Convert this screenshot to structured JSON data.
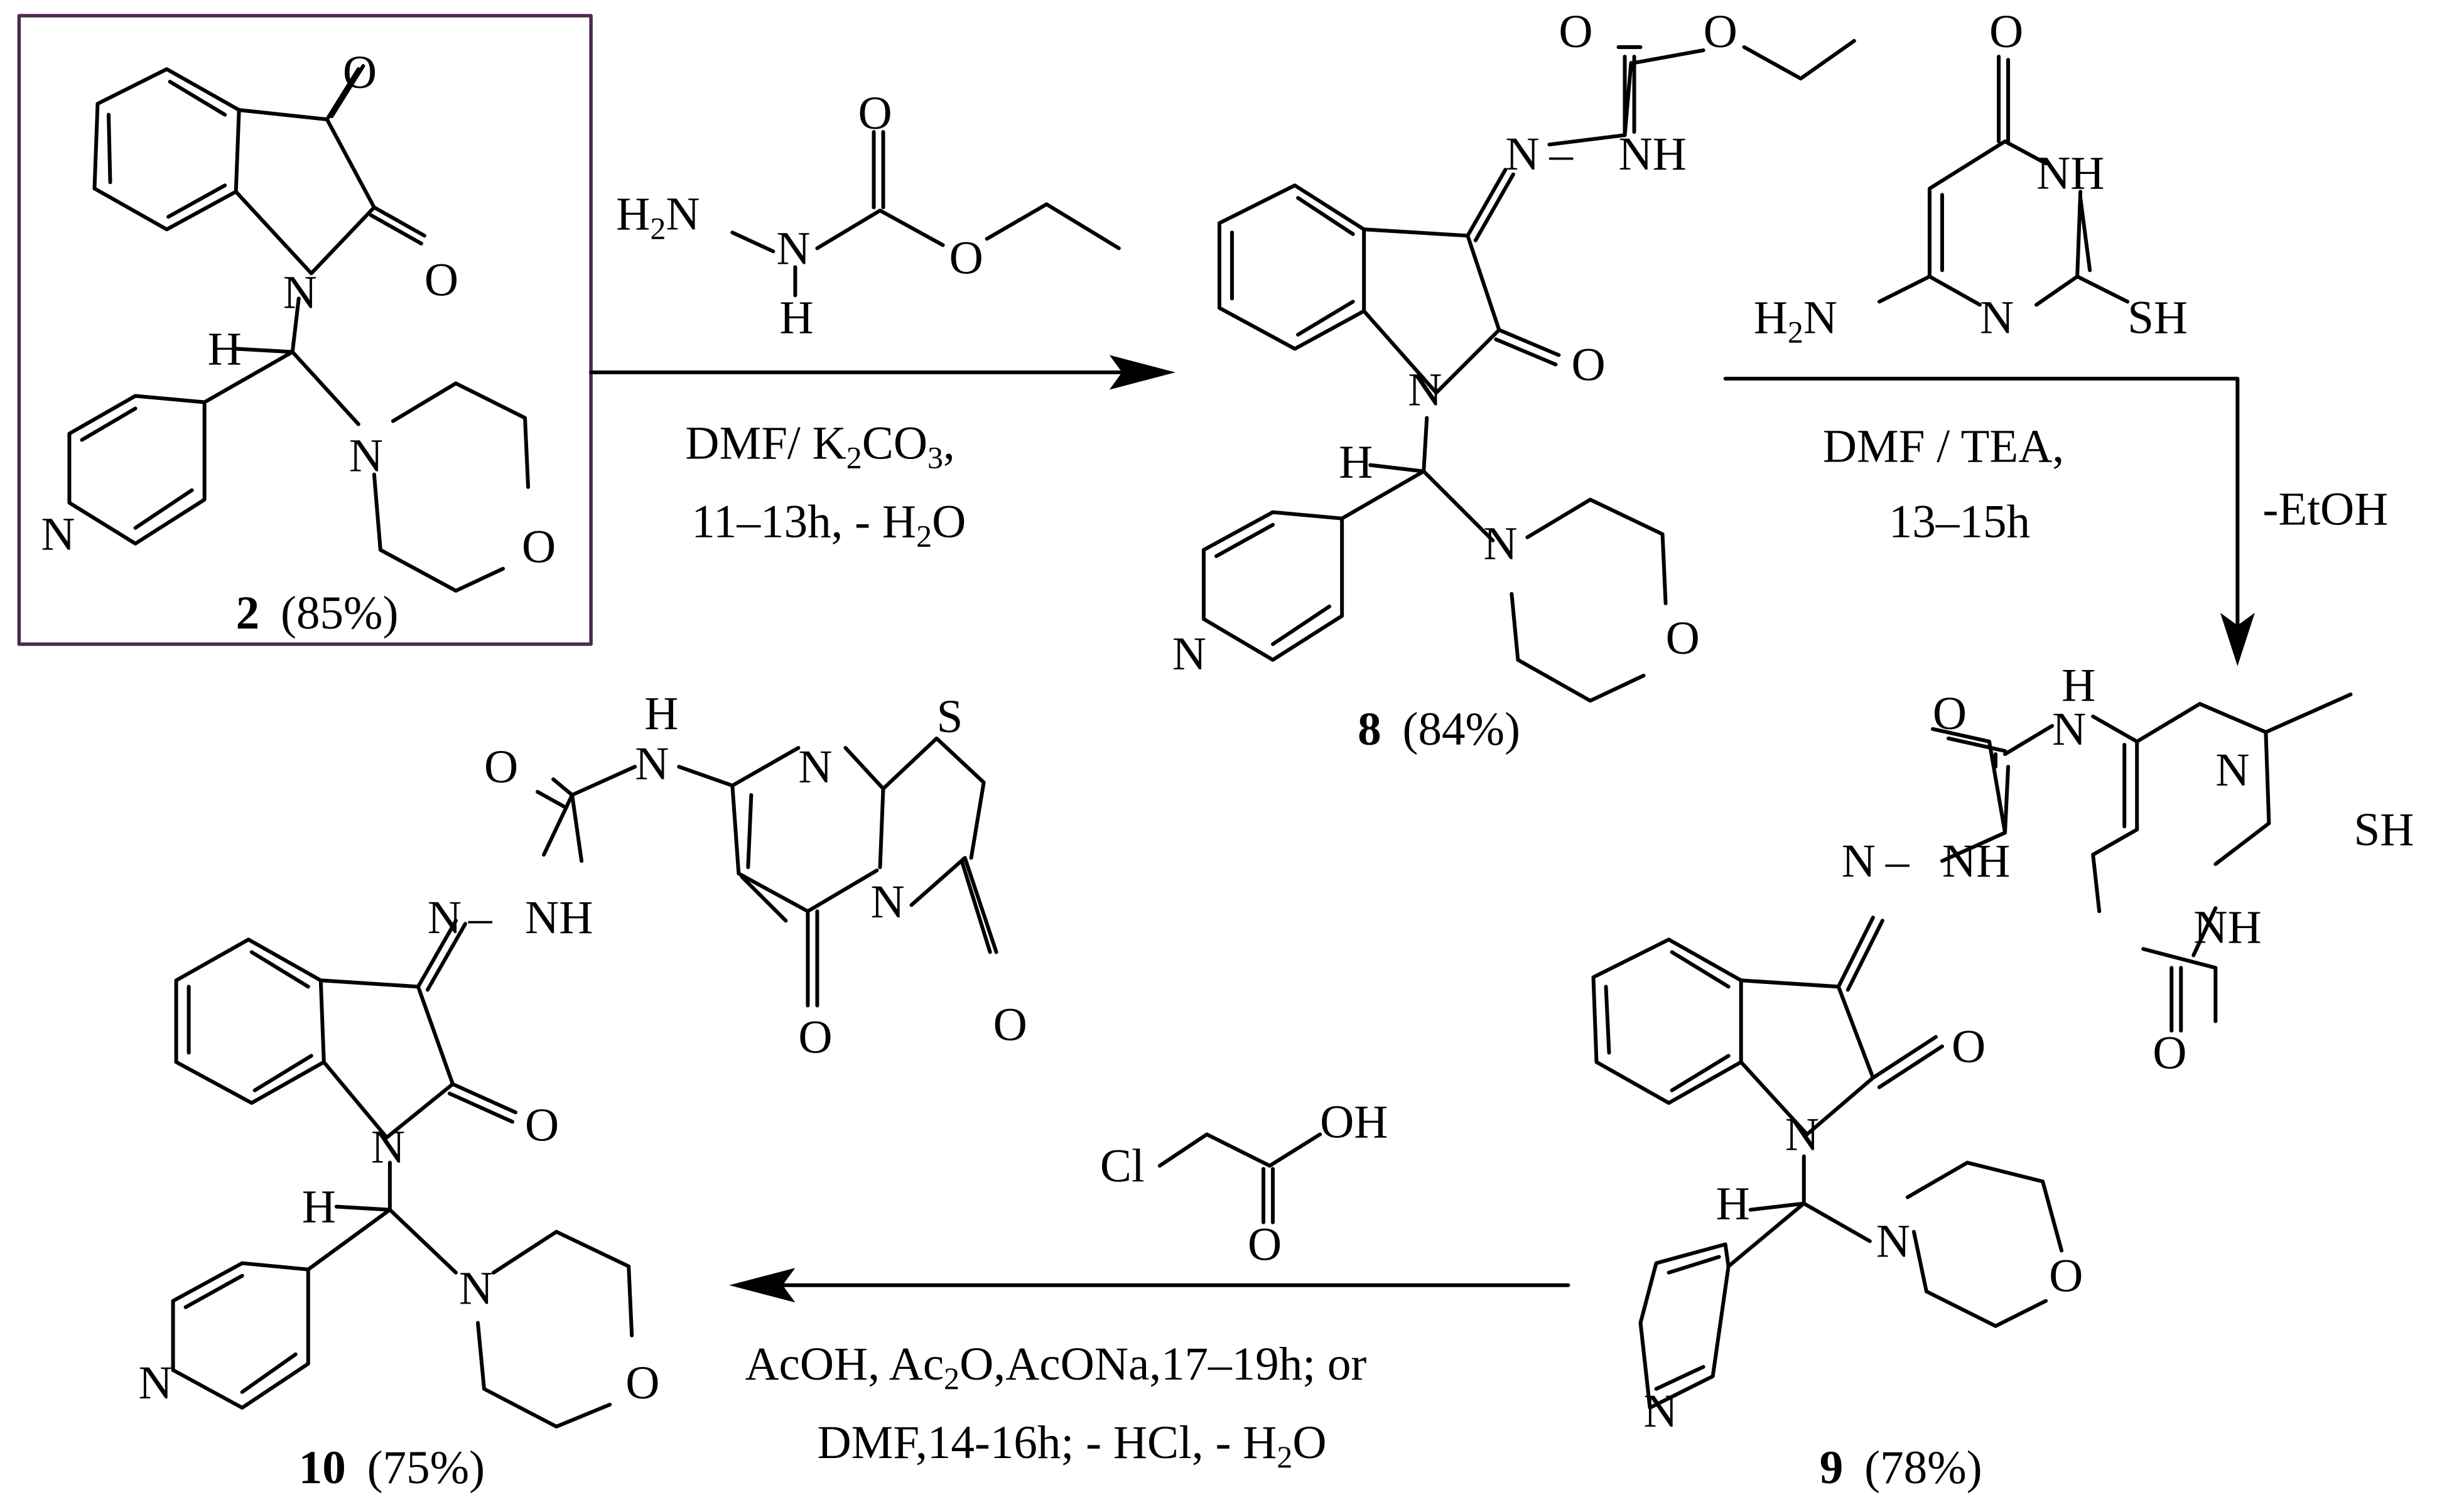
{
  "colors": {
    "box_border": "#4b2a4f",
    "ink": "#000000"
  },
  "compounds": {
    "c2": {
      "number": "2",
      "yield": "(85%)"
    },
    "c8": {
      "number": "8",
      "yield": "(84%)"
    },
    "c9": {
      "number": "9",
      "yield": "(78%)"
    },
    "c10": {
      "number": "10",
      "yield": "(75%)"
    }
  },
  "atoms": {
    "O": "O",
    "N": "N",
    "NH": "NH",
    "H": "H",
    "S": "S",
    "SH": "SH",
    "Cl": "Cl",
    "OH": "OH",
    "H2N_main": "H",
    "H2N_sub": "2",
    "H2N_N": "N",
    "N_H_N": "N"
  },
  "steps": {
    "step1": {
      "line1_a": "DMF/ K",
      "line1_sub": "2",
      "line1_b": "CO",
      "line1_sub2": "3",
      "line1_c": ",",
      "line2_a": "11–13h, - H",
      "line2_sub": "2",
      "line2_b": "O"
    },
    "step2": {
      "line1": "DMF / TEA,",
      "line2": "13–15h",
      "side": "-EtOH"
    },
    "step3": {
      "line1_a": "AcOH, Ac",
      "line1_sub": "2",
      "line1_b": "O,AcONa,17–19h; or",
      "line2_a": "DMF,14-16h;   - HCl, - H",
      "line2_sub": "2",
      "line2_b": "O"
    }
  }
}
